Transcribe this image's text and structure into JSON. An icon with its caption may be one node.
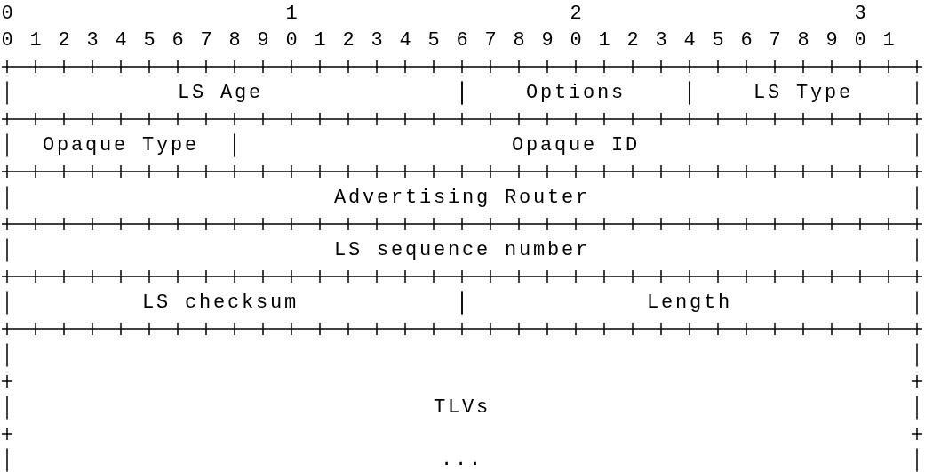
{
  "diagram": {
    "nodes": [
      {
        "text": [
          "LS Age"
        ]
      },
      {
        "text": [
          "Options"
        ]
      },
      {
        "text": [
          "LS Type"
        ]
      },
      {
        "text": [
          "Opaque Type"
        ]
      },
      {
        "text": [
          "Opaque ID"
        ]
      },
      {
        "text": [
          "Advertising Router"
        ]
      },
      {
        "text": [
          "LS sequence number"
        ]
      },
      {
        "text": [
          "LS checksum"
        ]
      },
      {
        "text": [
          "Length"
        ]
      },
      {
        "text": [
          "TLVs",
          "..."
        ]
      }
    ],
    "edges": [],
    "labels": [
      "0",
      "1",
      "2",
      "3",
      "0",
      "1",
      "2",
      "3",
      "4",
      "5",
      "6",
      "7",
      "8",
      "9",
      "0",
      "1",
      "2",
      "3",
      "4",
      "5",
      "6",
      "7",
      "8",
      "9",
      "0",
      "1",
      "2",
      "3",
      "4",
      "5",
      "6",
      "7",
      "8",
      "9",
      "0",
      "1"
    ]
  }
}
